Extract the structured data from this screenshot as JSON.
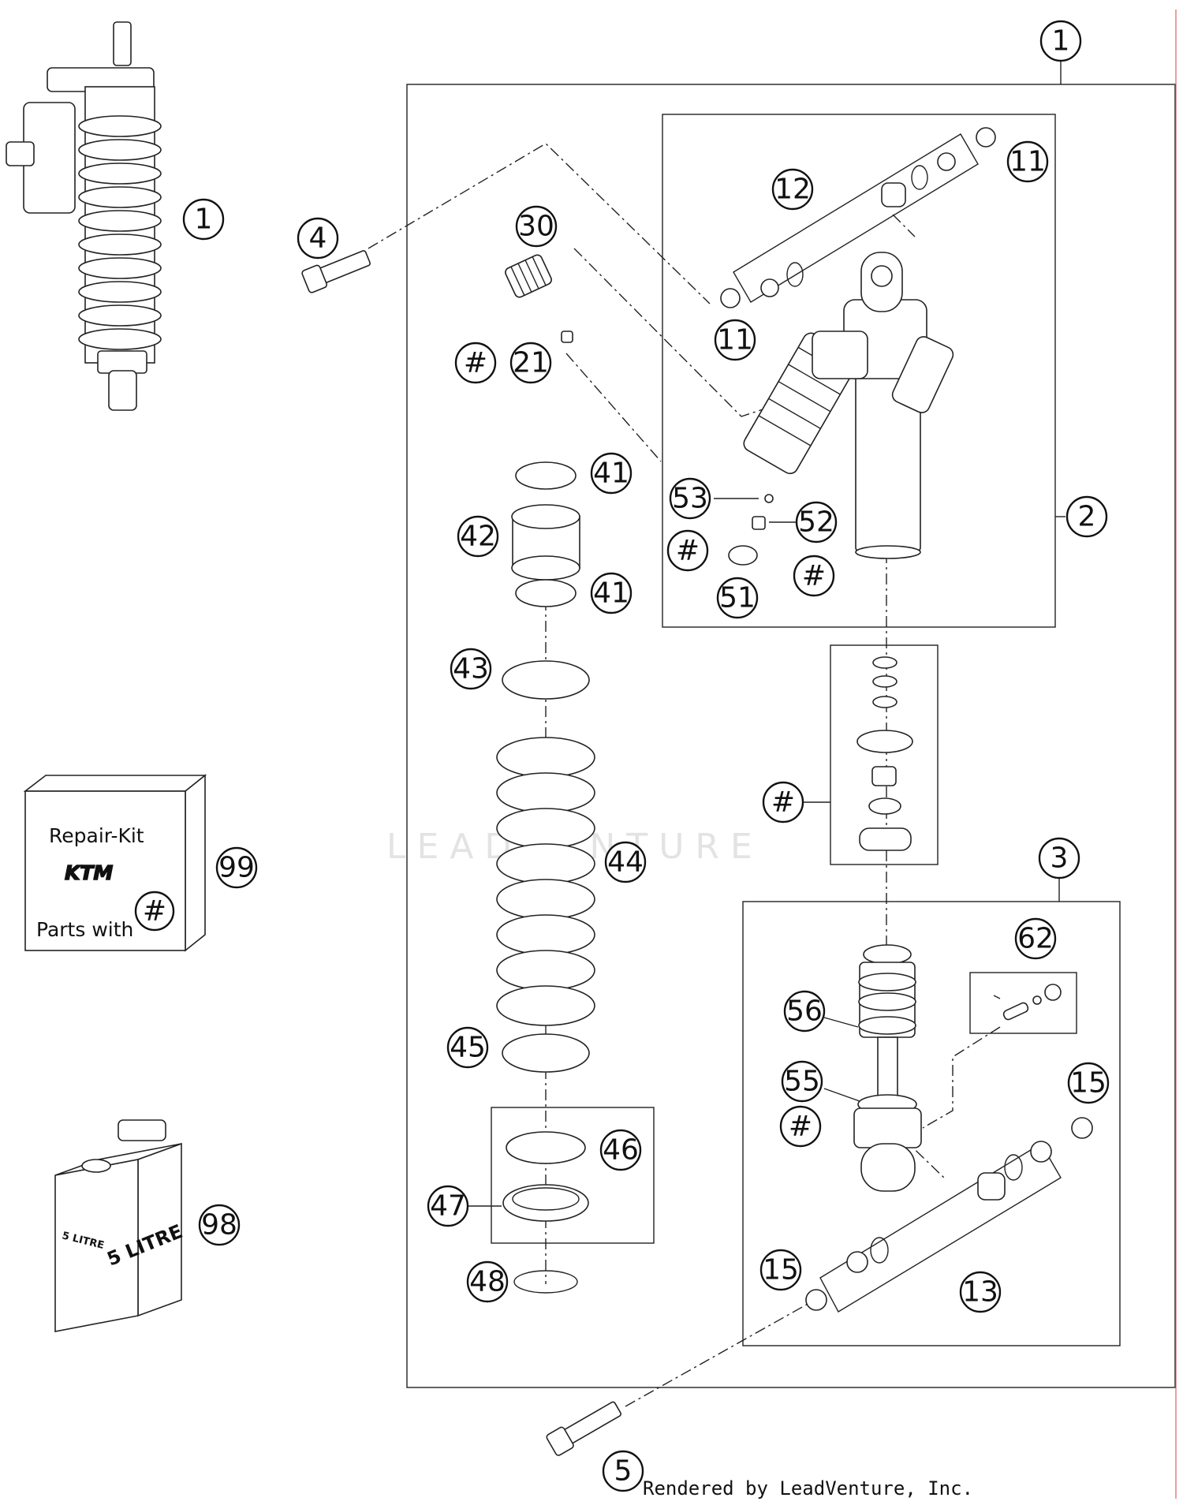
{
  "diagram": {
    "callouts": [
      {
        "id": "c-1-top",
        "label": "1"
      },
      {
        "id": "c-1-left",
        "label": "1"
      },
      {
        "id": "c-2",
        "label": "2"
      },
      {
        "id": "c-3",
        "label": "3"
      },
      {
        "id": "c-4",
        "label": "4"
      },
      {
        "id": "c-5",
        "label": "5"
      },
      {
        "id": "c-11-a",
        "label": "11"
      },
      {
        "id": "c-11-b",
        "label": "11"
      },
      {
        "id": "c-12",
        "label": "12"
      },
      {
        "id": "c-13",
        "label": "13"
      },
      {
        "id": "c-15-a",
        "label": "15"
      },
      {
        "id": "c-15-b",
        "label": "15"
      },
      {
        "id": "c-21",
        "label": "21"
      },
      {
        "id": "c-30",
        "label": "30"
      },
      {
        "id": "c-41-a",
        "label": "41"
      },
      {
        "id": "c-41-b",
        "label": "41"
      },
      {
        "id": "c-42",
        "label": "42"
      },
      {
        "id": "c-43",
        "label": "43"
      },
      {
        "id": "c-44",
        "label": "44"
      },
      {
        "id": "c-45",
        "label": "45"
      },
      {
        "id": "c-46",
        "label": "46"
      },
      {
        "id": "c-47",
        "label": "47"
      },
      {
        "id": "c-48",
        "label": "48"
      },
      {
        "id": "c-51",
        "label": "51"
      },
      {
        "id": "c-52",
        "label": "52"
      },
      {
        "id": "c-53",
        "label": "53"
      },
      {
        "id": "c-55",
        "label": "55"
      },
      {
        "id": "c-56",
        "label": "56"
      },
      {
        "id": "c-62",
        "label": "62"
      },
      {
        "id": "c-98",
        "label": "98"
      },
      {
        "id": "c-99",
        "label": "99"
      },
      {
        "id": "c-hash-21",
        "label": "#"
      },
      {
        "id": "c-hash-51",
        "label": "#"
      },
      {
        "id": "c-hash-52",
        "label": "#"
      },
      {
        "id": "c-hash-seal",
        "label": "#"
      },
      {
        "id": "c-hash-55",
        "label": "#"
      },
      {
        "id": "c-hash-kit",
        "label": "#"
      }
    ],
    "repair_kit": {
      "title": "Repair-Kit",
      "brand": "KTM",
      "caption": "Parts with"
    },
    "oil_can": {
      "front_label": "5 LITRE",
      "side_label": "5 LITRE"
    },
    "watermark": "LEADVENTURE",
    "footer": "Rendered by LeadVenture, Inc."
  }
}
